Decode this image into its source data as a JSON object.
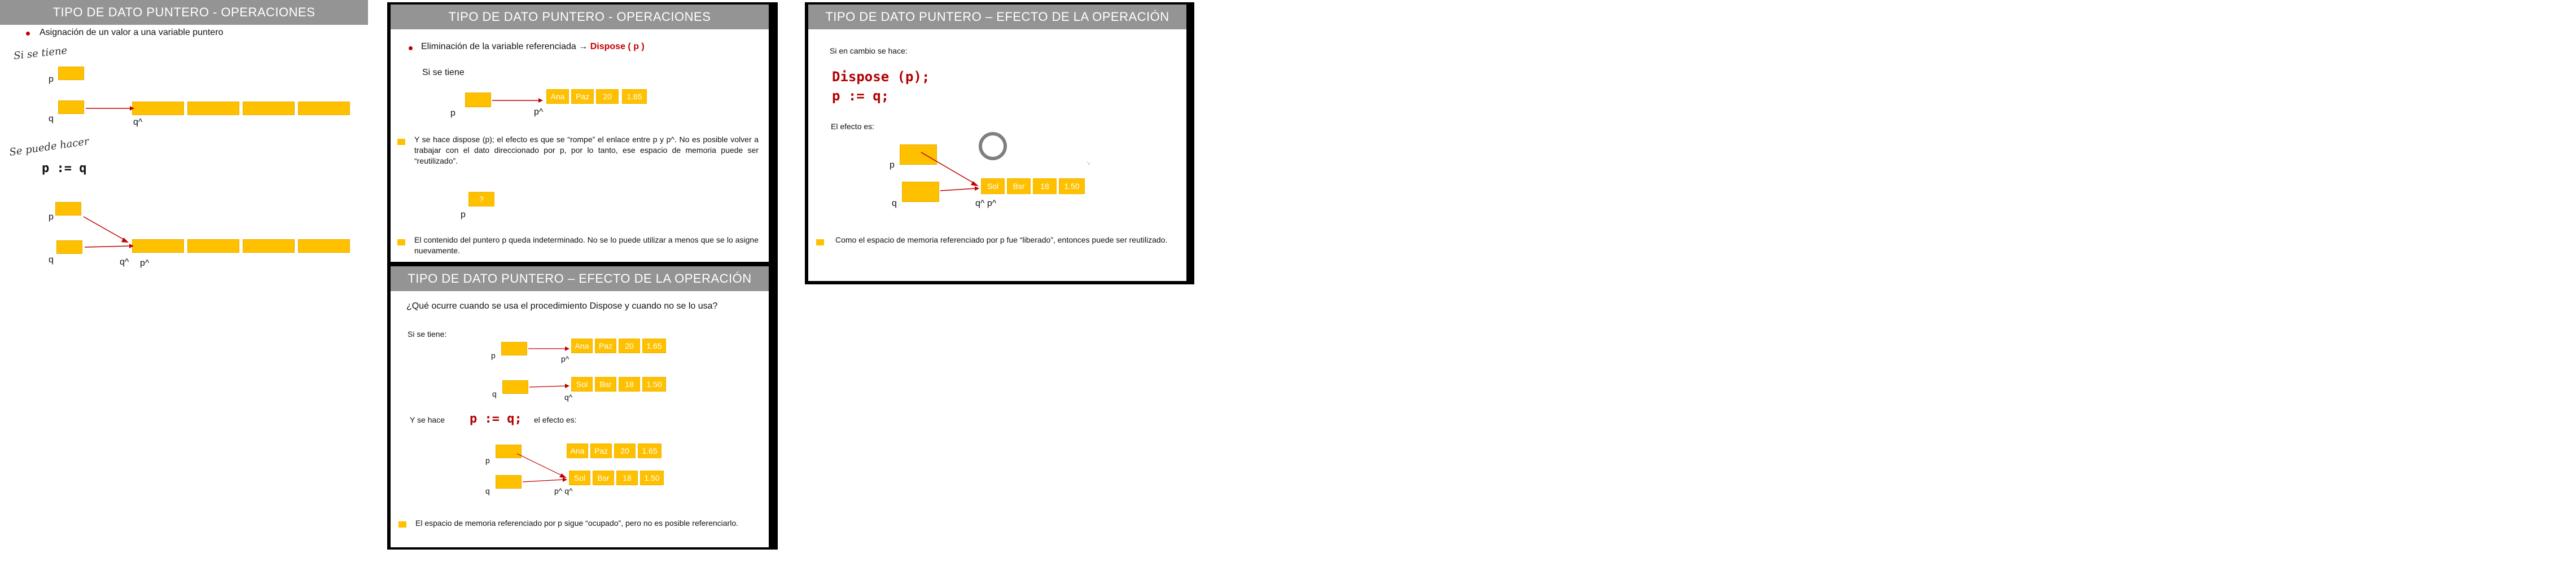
{
  "slide1": {
    "title": "TIPO DE DATO PUNTERO - OPERACIONES",
    "bullet": "Asignación de un valor a una variable puntero",
    "si_se_tiene": "Si se tiene",
    "se_puede_hacer": "Se puede hacer",
    "code": "p := q",
    "label_p": "p",
    "label_q": "q",
    "label_qhat": "q^",
    "label_qhat2": "q^",
    "label_phat": "p^"
  },
  "slide2": {
    "title": "TIPO DE DATO PUNTERO - OPERACIONES",
    "bullet1_prefix": "Eliminación de la variable referenciada",
    "bullet1_arrow": "→",
    "bullet1_code": "Dispose ( p )",
    "si_se_tiene": "Si se tiene",
    "label_p": "p",
    "label_phat": "p^",
    "cells": [
      "Ana",
      "Paz",
      "20",
      "1.65"
    ],
    "para1": "Y se hace dispose (p); el efecto es que se “rompe” el enlace entre p y p^. No es posible volver a trabajar con el dato direccionado por p, por lo tanto, ese espacio de memoria puede ser “reutilizado”.",
    "question_box": "?",
    "label_p2": "p",
    "para2": "El contenido del puntero p queda indeterminado. No se lo puede utilizar a menos que se lo asigne nuevamente."
  },
  "slide3": {
    "title": "TIPO DE DATO PUNTERO – EFECTO DE LA OPERACIÓN DISPOSE",
    "si_en_cambio": "Si en cambio se hace:",
    "code1": "Dispose (p);",
    "code2": "p := q;",
    "el_efecto": "El efecto es:",
    "label_p": "p",
    "label_q": "q",
    "label_qhat_phat": "q^ p^",
    "cells": [
      "Sol",
      "Bsr",
      "18",
      "1.50"
    ],
    "para": "Como el espacio de memoria referenciado por p fue “liberado”, entonces puede ser reutilizado."
  },
  "slide4": {
    "title": "TIPO DE DATO PUNTERO – EFECTO DE LA OPERACIÓN DISPOSE",
    "question": "¿Qué ocurre cuando se usa el procedimiento Dispose y cuando no se lo usa?",
    "si_se_tiene": "Si se tiene:",
    "label_p": "p",
    "label_phat": "p^",
    "label_q": "q",
    "label_qhat": "q^",
    "cells_a": [
      "Ana",
      "Paz",
      "20",
      "1.65"
    ],
    "cells_b": [
      "Sol",
      "Bsr",
      "18",
      "1.50"
    ],
    "y_se_hace": "Y se hace",
    "code": "p := q;",
    "el_efecto": "el efecto es:",
    "label_p2": "p",
    "label_q2": "q",
    "label_phat_qhat": "p^ q^",
    "para": "El espacio de memoria referenciado por p sigue “ocupado”, pero no es posible referenciarlo."
  },
  "colors": {
    "title_bar": "#949494",
    "box": "#ffc000",
    "accent_red": "#c00000",
    "frame": "#000000"
  }
}
